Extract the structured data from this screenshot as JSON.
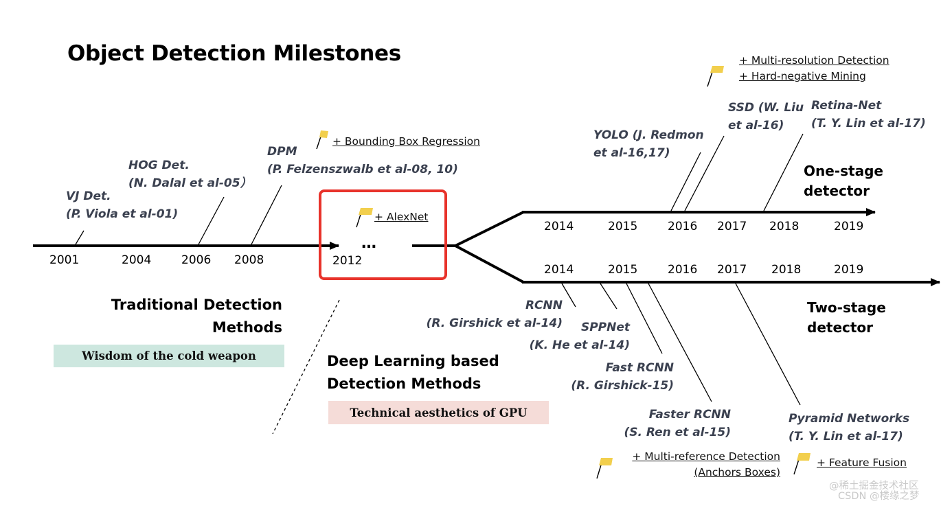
{
  "title": "Object Detection Milestones",
  "colors": {
    "highlight_box": "#e8332b",
    "badge_traditional": "#cde7df",
    "badge_deep": "#f5dcd8",
    "flag": "#f2cf4d",
    "milestone_text": "#3b4150"
  },
  "icons": {
    "flag": "flag-icon"
  },
  "main_timeline": {
    "years": [
      "2001",
      "2004",
      "2006",
      "2008",
      "2012"
    ],
    "ellipsis": "…"
  },
  "milestones": {
    "vj": {
      "name": "VJ Det.",
      "ref": "(P. Viola et al-01)"
    },
    "hog": {
      "name": "HOG Det.",
      "ref": "(N. Dalal et al-05）"
    },
    "dpm": {
      "name": "DPM",
      "ref": "(P. Felzenszwalb et al-08, 10)"
    },
    "yolo": {
      "name": "YOLO (J. Redmon",
      "ref": "et al-16,17)"
    },
    "ssd": {
      "name": "SSD (W. Liu",
      "ref": "et al-16)"
    },
    "retina": {
      "name": "Retina-Net",
      "ref": "(T. Y. Lin et al-17)"
    },
    "rcnn": {
      "name": "RCNN",
      "ref": "(R. Girshick et al-14)"
    },
    "sppnet": {
      "name": "SPPNet",
      "ref": "(K. He et al-14)"
    },
    "fast_rcnn": {
      "name": "Fast RCNN",
      "ref": "(R. Girshick-15)"
    },
    "faster_rcnn": {
      "name": "Faster RCNN",
      "ref": "(S. Ren et al-15)"
    },
    "fpn": {
      "name": "Pyramid Networks",
      "ref": "(T. Y. Lin et al-17)"
    }
  },
  "features": {
    "bbox_regression": "+ Bounding Box Regression",
    "alexnet": "+ AlexNet",
    "multi_resolution": "+ Multi-resolution Detection",
    "hard_negative": "+ Hard-negative Mining",
    "multi_reference": "+ Multi-reference Detection",
    "anchor_boxes": "(Anchors Boxes)",
    "feature_fusion": "+ Feature Fusion"
  },
  "one_stage": {
    "years": [
      "2014",
      "2015",
      "2016",
      "2017",
      "2018",
      "2019"
    ],
    "label_line1": "One-stage",
    "label_line2": "detector"
  },
  "two_stage": {
    "years": [
      "2014",
      "2015",
      "2016",
      "2017",
      "2018",
      "2019"
    ],
    "label_line1": "Two-stage",
    "label_line2": "detector"
  },
  "sections": {
    "traditional_line1": "Traditional Detection",
    "traditional_line2": "Methods",
    "traditional_badge": "Wisdom of the cold weapon",
    "deep_line1": "Deep Learning based",
    "deep_line2": "Detection Methods",
    "deep_badge": "Technical aesthetics of GPU"
  },
  "watermark": {
    "line1": "@稀土掘金技术社区",
    "line2": "CSDN @楼缘之梦"
  }
}
